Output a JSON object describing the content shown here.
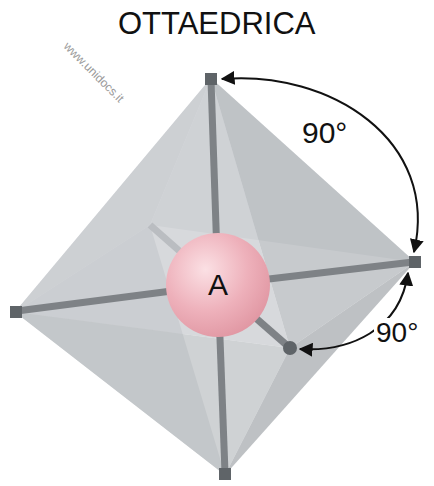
{
  "diagram": {
    "title": "OTTAEDRICA",
    "nodes": [
      {
        "text": [
          "A"
        ]
      }
    ],
    "labels": [
      "90°",
      "90°",
      "www.unidocs.it"
    ]
  }
}
